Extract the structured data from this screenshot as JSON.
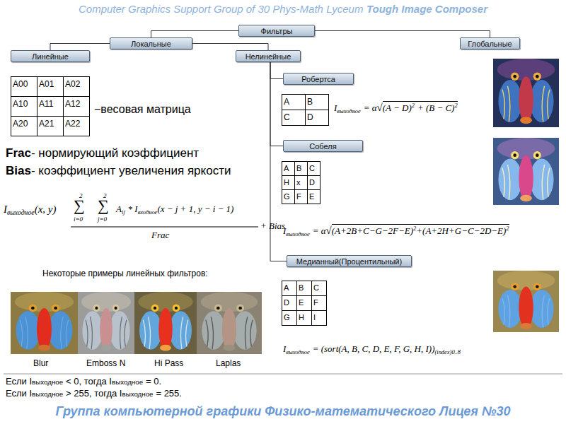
{
  "diagram": {
    "title": "Computer Graphics Support Group of 30 Phys-Math Lyceum",
    "caption": "Группа компьютерной графики Физико-математического Лицея №30",
    "nodes": [
      {
        "text": [
          "Фильтры"
        ]
      },
      {
        "text": [
          "Локальные"
        ]
      },
      {
        "text": [
          "Глобальные"
        ]
      },
      {
        "text": [
          "Линейные"
        ]
      },
      {
        "text": [
          "Нелинейные"
        ]
      },
      {
        "text": [
          "Робертса"
        ]
      },
      {
        "text": [
          "Собеля"
        ]
      },
      {
        "text": [
          "Медианный(Процентильный)"
        ]
      }
    ],
    "edges": [
      {
        "from": 0,
        "to": 1,
        "arrow": "none"
      },
      {
        "from": 0,
        "to": 2,
        "arrow": "none"
      },
      {
        "from": 1,
        "to": 3,
        "arrow": "none"
      },
      {
        "from": 1,
        "to": 4,
        "arrow": "none"
      },
      {
        "from": 4,
        "to": 5,
        "arrow": "none"
      },
      {
        "from": 4,
        "to": 6,
        "arrow": "none"
      },
      {
        "from": 4,
        "to": 7,
        "arrow": "none"
      }
    ],
    "labels": [
      "A00",
      "A01",
      "A02",
      "A10",
      "A11",
      "A12",
      "A20",
      "A21",
      "A22",
      "−весовая матрица",
      "Frac",
      "- нормирующий коэффициент",
      "Bias",
      "- коэффициент увеличения яркости",
      "I",
      "выходное",
      "(x, y)",
      "2",
      "∑",
      "i=0",
      "2",
      "∑",
      "j=0",
      "A",
      "ij",
      "* I",
      "входное",
      "(x − j + 1, y − i − 1)",
      "Frac",
      "+ Bias",
      "A",
      "B",
      "C",
      "D",
      "I",
      "выходное",
      "= α",
      "√",
      "(A − D)",
      "2",
      "+ (B − C)",
      "2",
      "A",
      "B",
      "C",
      "H",
      "x",
      "D",
      "G",
      "F",
      "E",
      "I",
      "выходное",
      "= α",
      "√",
      "(A+2B+C−G−2F−E)",
      "2",
      "+(A+2H+G−C−2D−E)",
      "2",
      "A",
      "B",
      "C",
      "D",
      "E",
      "F",
      "G",
      "H",
      "I",
      "I",
      "выходное",
      "= (sort(A, B, C, D, E, F, G, H, I))",
      "(index)0..8",
      "Некоторые примеры линейных фильтров:",
      "Blur",
      "Emboss N",
      "Hi Pass",
      "Laplas",
      "Если I",
      "выходное",
      "< 0, тогда I",
      "выходное",
      "= 0.",
      "Если I",
      "выходное",
      "> 255, тогда I",
      "выходное",
      "= 255.",
      "Tough Image Composer"
    ]
  }
}
